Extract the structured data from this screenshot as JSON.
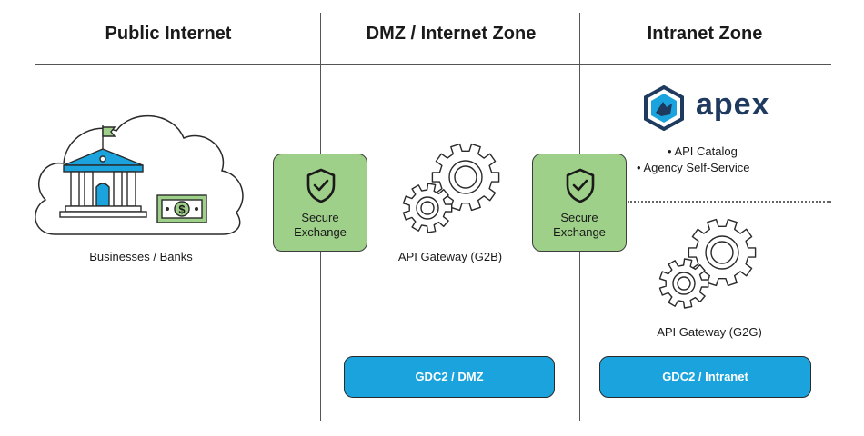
{
  "zones": {
    "public": "Public Internet",
    "dmz": "DMZ / Internet Zone",
    "intranet": "Intranet Zone"
  },
  "businesses": {
    "label": "Businesses / Banks"
  },
  "secure_exchange": {
    "line1": "Secure",
    "line2": "Exchange"
  },
  "gateways": {
    "g2b": "API Gateway (G2B)",
    "g2g": "API Gateway (G2G)"
  },
  "apex": {
    "logo_text": "apex",
    "features": [
      "• API Catalog",
      "• Agency Self-Service"
    ]
  },
  "platforms": {
    "dmz": "GDC2 / DMZ",
    "intranet": "GDC2 / Intranet"
  },
  "colors": {
    "secure_green": "#9fd08a",
    "platform_blue": "#1aa3dc",
    "bank_blue": "#1aa3dc",
    "money_green": "#9fd08a",
    "apex_navy": "#1e3a5f"
  }
}
